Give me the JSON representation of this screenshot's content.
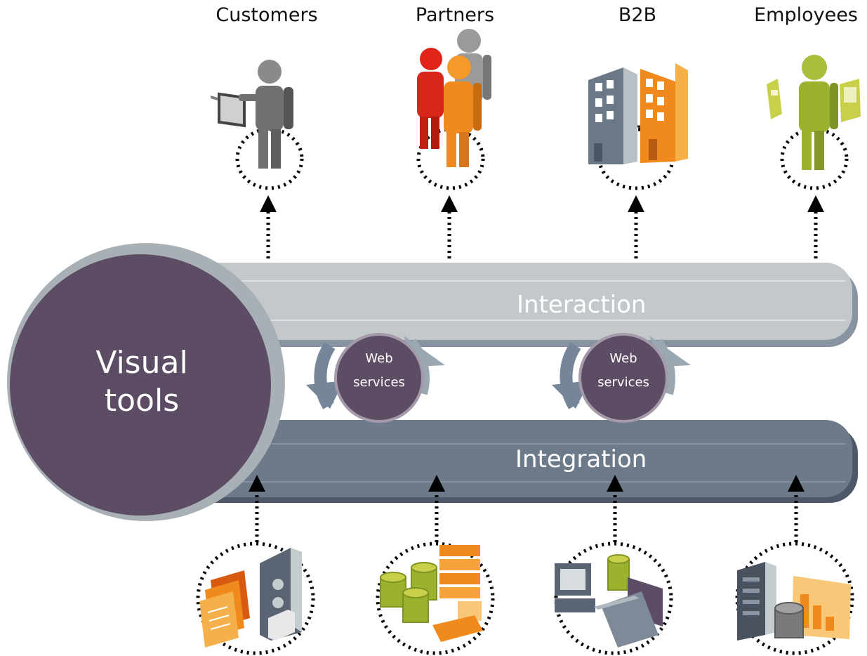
{
  "audiences": [
    {
      "label": "Customers",
      "icon": "customer-laptop-icon"
    },
    {
      "label": "Partners",
      "icon": "partners-group-icon"
    },
    {
      "label": "B2B",
      "icon": "b2b-buildings-icon"
    },
    {
      "label": "Employees",
      "icon": "employee-devices-icon"
    }
  ],
  "layers": {
    "interaction": "Interaction",
    "integration": "Integration"
  },
  "hub": {
    "line1": "Visual",
    "line2": "tools"
  },
  "web_services": [
    {
      "line1": "Web",
      "line2": "services"
    },
    {
      "line1": "Web",
      "line2": "services"
    }
  ],
  "sources": [
    {
      "icon": "documents-server-icon"
    },
    {
      "icon": "databases-servers-icon"
    },
    {
      "icon": "computer-database-folder-icon"
    },
    {
      "icon": "server-database-chart-icon"
    }
  ],
  "colors": {
    "hub": "#5c4c64",
    "interaction_band": "#c3c9cb",
    "integration_band": "#6c7a8a",
    "web_services": "#5c4c64",
    "orange": "#f08a1c",
    "red": "#d8261a",
    "green": "#9bb22e",
    "gray": "#707070"
  }
}
